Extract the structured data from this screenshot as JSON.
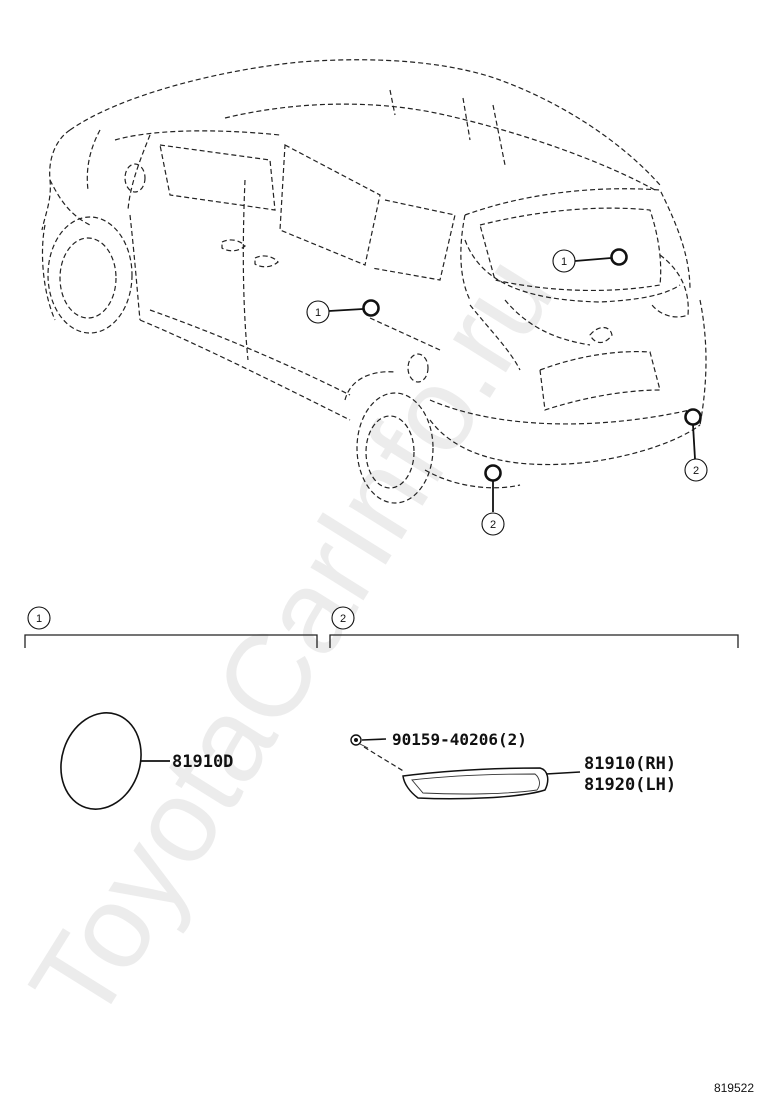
{
  "watermark": "ToyotaCarInfo.ru",
  "diagram_code": "819522",
  "callouts": {
    "one": "1",
    "two": "2"
  },
  "sections": [
    {
      "id": "1",
      "label": "1"
    },
    {
      "id": "2",
      "label": "2"
    }
  ],
  "parts": {
    "reflector_round": "81910D",
    "screw": "90159-40206(2)",
    "reflector_rh": "81910(RH)",
    "reflector_lh": "81920(LH)"
  }
}
